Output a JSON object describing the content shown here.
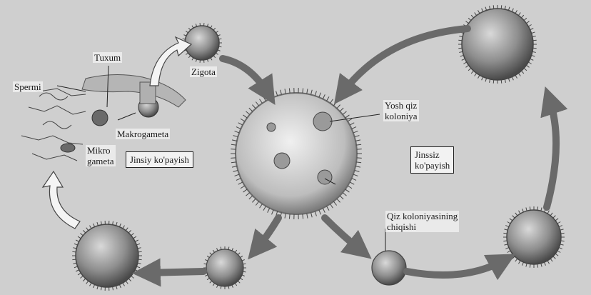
{
  "labels": {
    "tuxum": "Tuxum",
    "zigota": "Zigota",
    "spermi": "Spermi",
    "makrogameta": "Makrogameta",
    "mikrogameta": "Mikro\ngameta",
    "yosh_qiz_koloniya": "Yosh qiz\nkoloniya",
    "qiz_koloniyasining_chiqishi": "Qiz koloniyasining\nchiqishi"
  },
  "boxes": {
    "jinsiy": "Jinsiy ko'payish",
    "jinssiz": "Jinssiz\nko'payish"
  },
  "colors": {
    "background": "#cfcfcf",
    "cell_fill": "#8e8e8e",
    "cell_dark": "#5a5a5a",
    "arrow": "#6a6a6a"
  }
}
